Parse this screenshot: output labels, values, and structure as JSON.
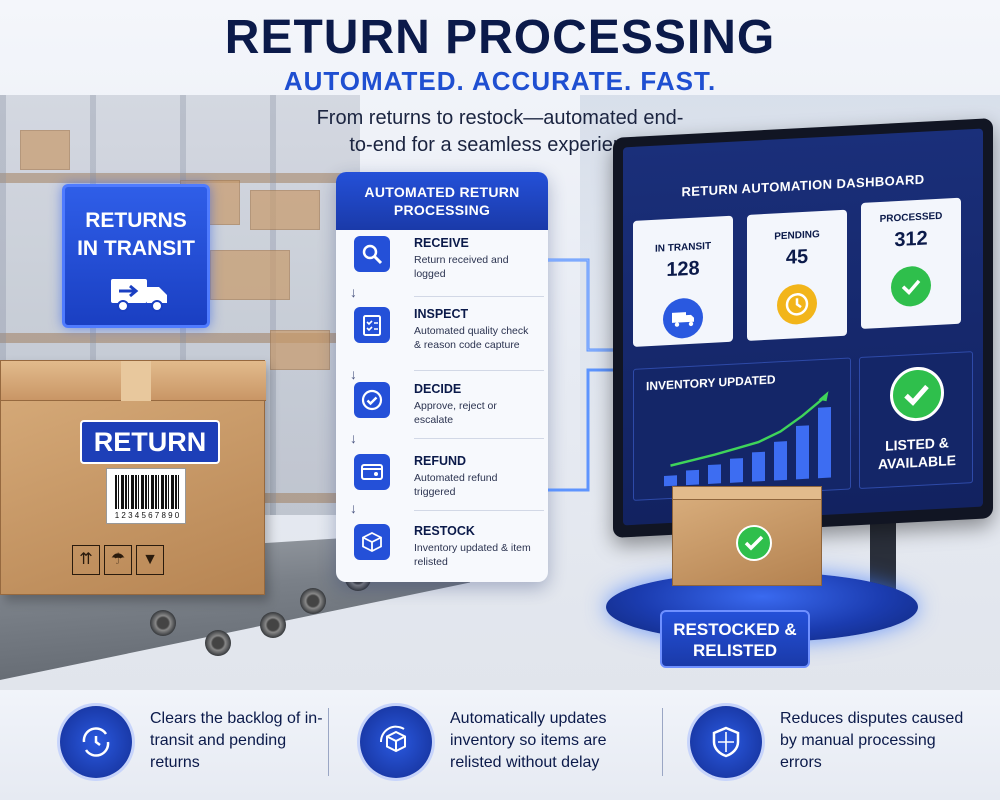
{
  "header": {
    "title": "RETURN PROCESSING",
    "tagline": "AUTOMATED. ACCURATE. FAST.",
    "subtitle": "From returns to restock—automated end-to-end for a seamless experience."
  },
  "scene": {
    "transit_sign": {
      "label_line1": "RETURNS",
      "label_line2": "IN TRANSIT"
    },
    "box_label": "RETURN",
    "barcode_text": "1 2 3 4 5 6 7 8 9 0"
  },
  "process_card": {
    "title_line1": "AUTOMATED RETURN",
    "title_line2": "PROCESSING",
    "steps": [
      {
        "title": "RECEIVE",
        "desc": "Return received and logged",
        "icon": "magnifier-icon"
      },
      {
        "title": "INSPECT",
        "desc": "Automated quality check & reason code capture",
        "icon": "checklist-icon"
      },
      {
        "title": "DECIDE",
        "desc": "Approve, reject or escalate",
        "icon": "check-circle-icon"
      },
      {
        "title": "REFUND",
        "desc": "Automated refund triggered",
        "icon": "card-icon"
      },
      {
        "title": "RESTOCK",
        "desc": "Inventory updated & item relisted",
        "icon": "package-icon"
      }
    ]
  },
  "dashboard": {
    "title": "RETURN AUTOMATION DASHBOARD",
    "metrics": [
      {
        "label": "IN TRANSIT",
        "value": "128",
        "icon": "truck-icon",
        "color": "#2a59e0"
      },
      {
        "label": "PENDING",
        "value": "45",
        "icon": "clock-icon",
        "color": "#f2b51a"
      },
      {
        "label": "PROCESSED",
        "value": "312",
        "icon": "check-icon",
        "color": "#2fbf4c"
      }
    ],
    "inventory_title": "INVENTORY UPDATED",
    "inventory_bars": [
      0.12,
      0.17,
      0.22,
      0.28,
      0.34,
      0.45,
      0.62,
      0.82
    ],
    "listed_line1": "LISTED &",
    "listed_line2": "AVAILABLE"
  },
  "restocked": {
    "line1": "RESTOCKED &",
    "line2": "RELISTED"
  },
  "benefits": [
    {
      "text": "Clears the backlog of in-transit and pending returns",
      "icon": "clock-cycle-icon"
    },
    {
      "text": "Automatically updates inventory so items are relisted without delay",
      "icon": "box-cycle-icon"
    },
    {
      "text": "Reduces disputes caused by manual processing errors",
      "icon": "shield-icon"
    }
  ],
  "colors": {
    "navy": "#0b1a4a",
    "brand_blue": "#2450d8",
    "accent_blue": "#1f4fd1",
    "success_green": "#2fbf4c",
    "pending_yellow": "#f2b51a"
  }
}
